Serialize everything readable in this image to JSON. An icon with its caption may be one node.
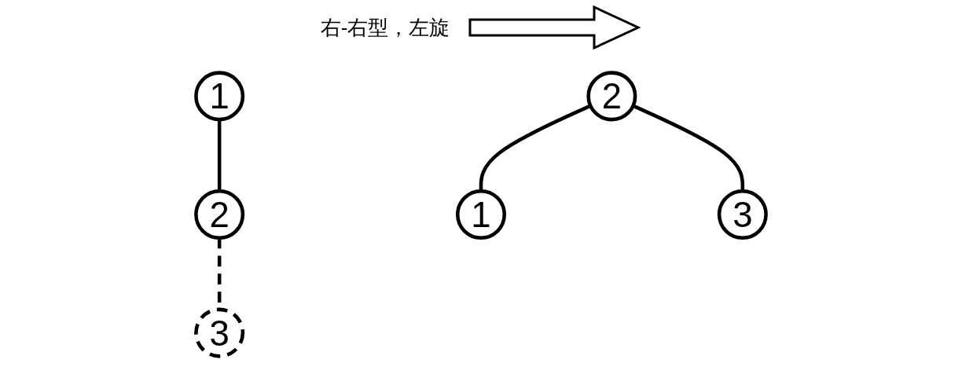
{
  "diagram": {
    "nodes": [
      {
        "text": [
          "1"
        ]
      },
      {
        "text": [
          "2"
        ]
      },
      {
        "text": [
          "3"
        ]
      },
      {
        "text": [
          "2"
        ]
      },
      {
        "text": [
          "1"
        ]
      },
      {
        "text": [
          "3"
        ]
      }
    ],
    "edges": [
      {
        "from": 0,
        "to": 1,
        "arrow": "none"
      },
      {
        "from": 1,
        "to": 2,
        "arrow": "none",
        "style": "dashed"
      },
      {
        "from": 3,
        "to": 4,
        "arrow": "none"
      },
      {
        "from": 3,
        "to": 5,
        "arrow": "none"
      }
    ],
    "labels": [
      "右-右型，左旋"
    ]
  }
}
